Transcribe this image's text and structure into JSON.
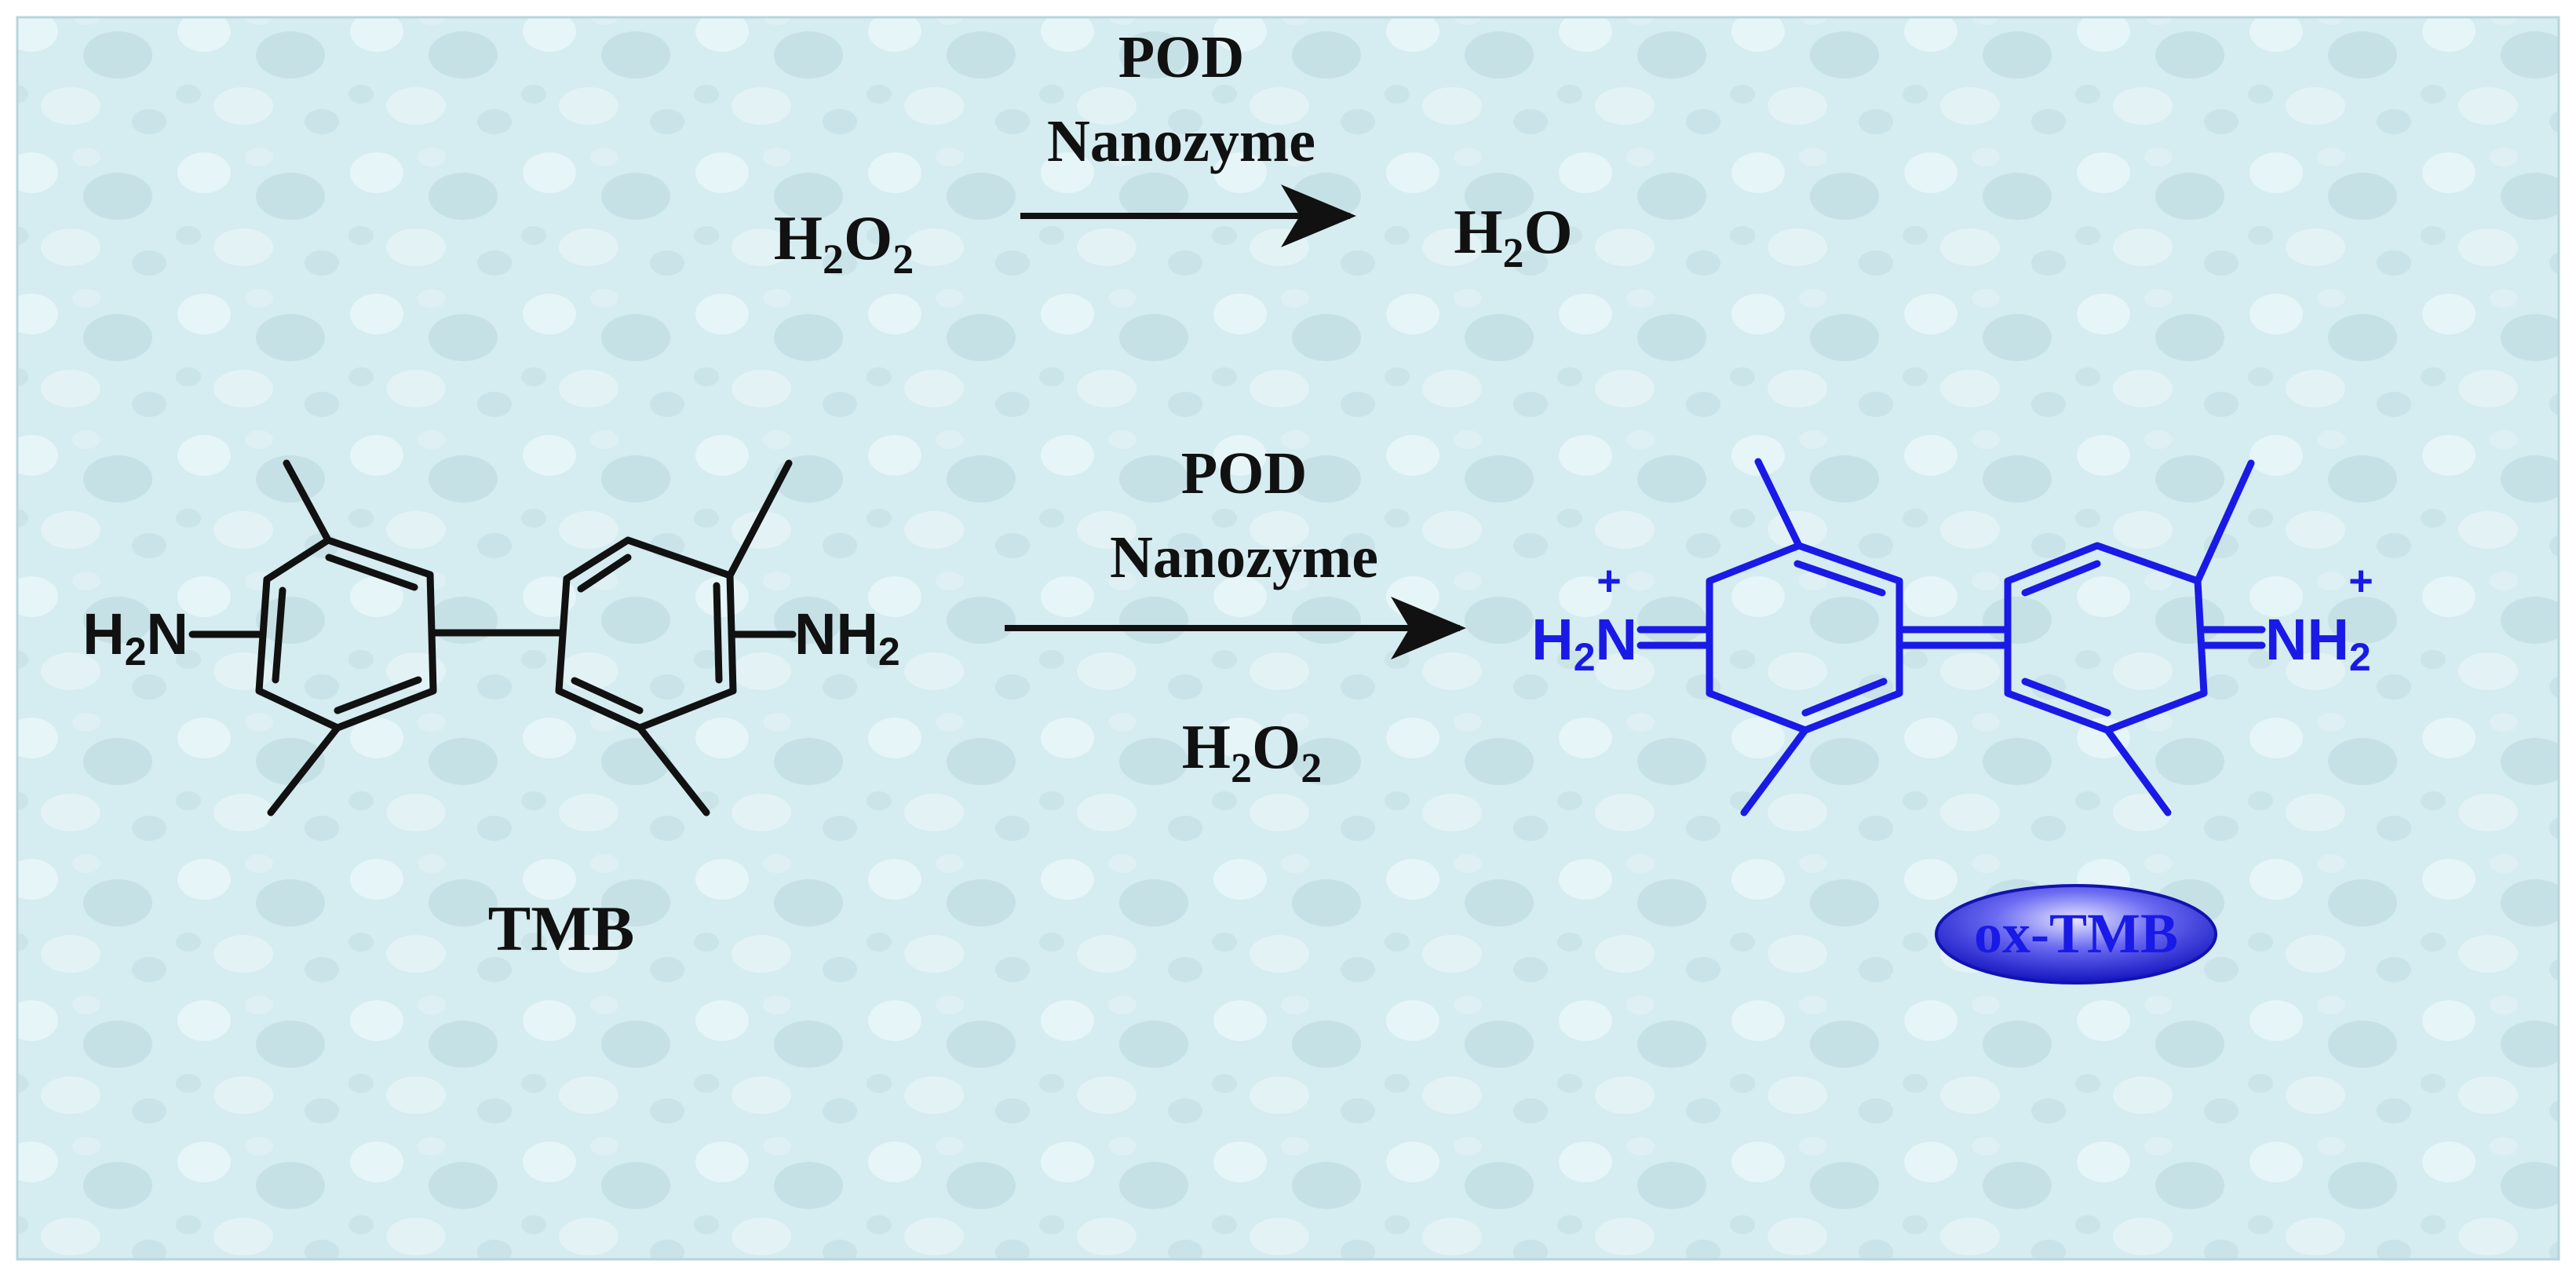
{
  "reaction1": {
    "catalyst_line1": "POD",
    "catalyst_line2": "Nanozyme",
    "reactant": {
      "main1": "H",
      "sub1": "2",
      "main2": "O",
      "sub2": "2"
    },
    "product": {
      "main1": "H",
      "sub1": "2",
      "main2": "O"
    }
  },
  "reaction2": {
    "catalyst_line1": "POD",
    "catalyst_line2": "Nanozyme",
    "cosubstrate": {
      "main1": "H",
      "sub1": "2",
      "main2": "O",
      "sub2": "2"
    }
  },
  "tmb": {
    "label": "TMB",
    "left_amine": {
      "h": "H",
      "sub": "2",
      "n": "N"
    },
    "right_amine": {
      "n": "NH",
      "sub": "2"
    }
  },
  "ox_tmb": {
    "label": "ox-TMB",
    "left_group": {
      "h": "H",
      "sub": "2",
      "n": "N",
      "charge": "+"
    },
    "right_group": {
      "n": "NH",
      "sub": "2",
      "charge": "+"
    }
  },
  "colors": {
    "product_structure": "#1a1ae6",
    "reactant_structure": "#111111",
    "background": "#d6ecef",
    "badge": "#2828d8"
  }
}
